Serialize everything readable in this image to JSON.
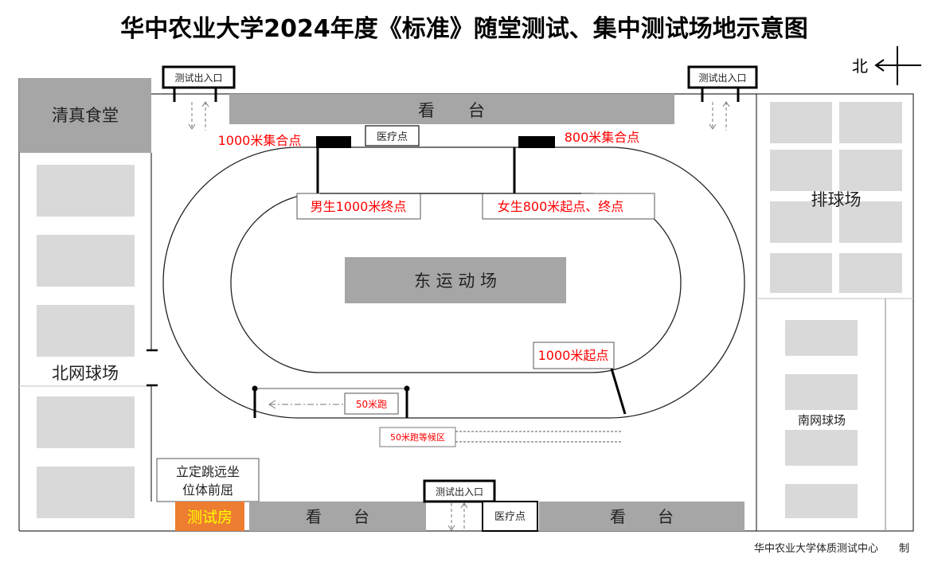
{
  "title": "华中农业大学2024年度《标准》随堂测试、集中测试场地示意图",
  "north_label": "北",
  "canteen": "清真食堂",
  "north_tennis": "北网球场",
  "top_stand": "看　　台",
  "bottom_stand_left": "看　　台",
  "bottom_stand_right": "看　　台",
  "gate_label": "测试出入口",
  "medical_label": "医疗点",
  "assembly_1000": "1000米集合点",
  "assembly_800": "800米集合点",
  "finish_men_1000": "男生1000米终点",
  "start_finish_women_800": "女生800米起点、终点",
  "east_field": "东 运 动 场",
  "start_1000": "1000米起点",
  "sprint_50": "50米跑",
  "sprint_50_waiting": "50米跑等候区",
  "jump_line1": "立定跳远坐",
  "jump_line2": "位体前屈",
  "test_room": "测试房",
  "volleyball": "排球场",
  "south_tennis": "南网球场",
  "footer": "华中农业大学体质测试中心　　制",
  "colors": {
    "red": "#ff0000",
    "gray": "#a6a6a6",
    "light_gray": "#d9d9d9",
    "orange": "#ed7d31",
    "yellow": "#ffff00"
  }
}
